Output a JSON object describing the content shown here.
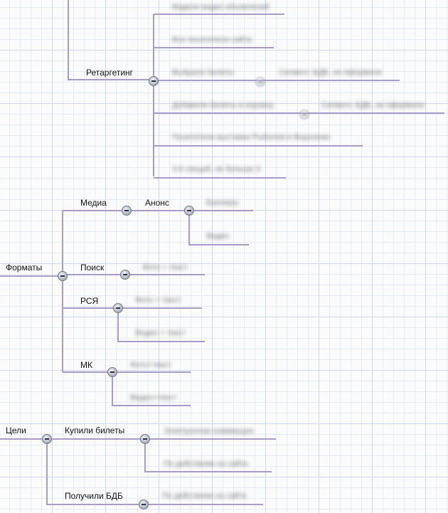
{
  "nodes": {
    "retargeting": "Ретаргетинг",
    "formats": "Форматы",
    "media": "Медиа",
    "announce": "Анонс",
    "search": "Поиск",
    "rsya": "РСЯ",
    "mk": "МК",
    "goals": "Цели",
    "bought_tickets": "Купили билеты",
    "got_bdb": "Получили БДБ"
  },
  "blurred": {
    "r1": "Видели видео объявлений",
    "r2": "Все посетители сайта",
    "r3a": "Выбрали билеты",
    "r3b": "Сегмент, БДБ, не оформили",
    "r4a": "Добавили билеты в корзину",
    "r4b": "Сегмент, БДБ, не оформили",
    "r5": "Посетители выставки Рыболов в Воронеже",
    "r6": "3-6 секций, не больше 3",
    "a1": "Баннеры",
    "a2": "Видео",
    "s1": "Фото + текст",
    "y1": "Фото + текст",
    "y2": "Видео + текст",
    "m1": "Фото+текст",
    "m2": "Видео+текст",
    "b1": "Электронная коммерция",
    "b2": "По действиям на сайте",
    "g1": "По действиям на сайте"
  }
}
